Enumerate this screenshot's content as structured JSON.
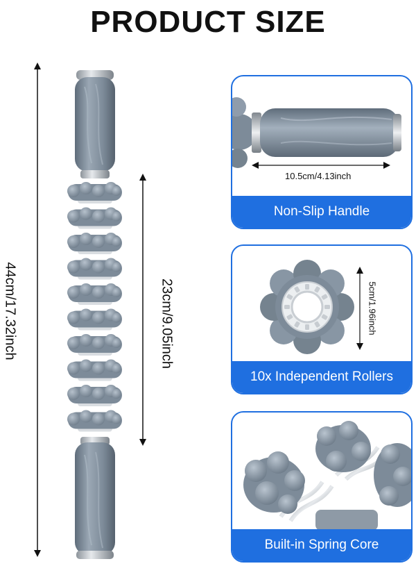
{
  "title": "PRODUCT SIZE",
  "dimensions": {
    "total_length": "44cm/17.32inch",
    "roller_section_length": "23cm/9.05inch"
  },
  "features": [
    {
      "label": "Non-Slip Handle",
      "dimension": "10.5cm/4.13inch"
    },
    {
      "label": "10x Independent Rollers",
      "dimension": "5cm/1.96inch"
    },
    {
      "label": "Built-in Spring Core"
    }
  ],
  "roller_count": 10,
  "colors": {
    "accent_blue": "#1f6fe0",
    "product_gray": "#7d8b99",
    "product_light": "#a3b0bd",
    "metal": "#b9bfc6"
  }
}
